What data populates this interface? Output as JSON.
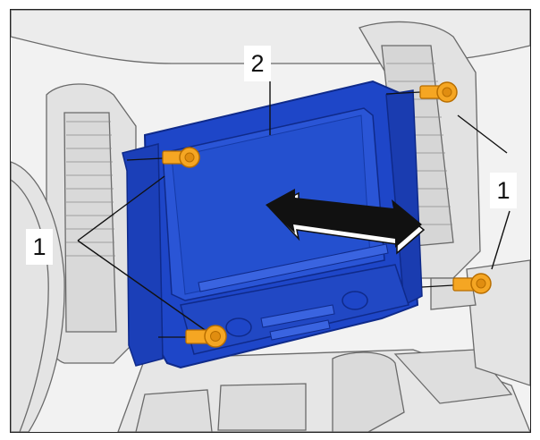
{
  "diagram": {
    "callouts": {
      "screen_module": "2",
      "screws_left": "1",
      "screws_right": "1"
    },
    "colors": {
      "module_fill": "#1e46c8",
      "module_dark": "#0f2a8a",
      "module_light": "#3a64e0",
      "screw_fill": "#f5a623",
      "screw_dark": "#b86e00",
      "line_art": "#5a5a5a",
      "background": "#f2f2f2",
      "arrow_fill": "#111111"
    },
    "icons": {
      "arrow": "removal-direction-arrow",
      "screw": "screw-icon"
    }
  }
}
